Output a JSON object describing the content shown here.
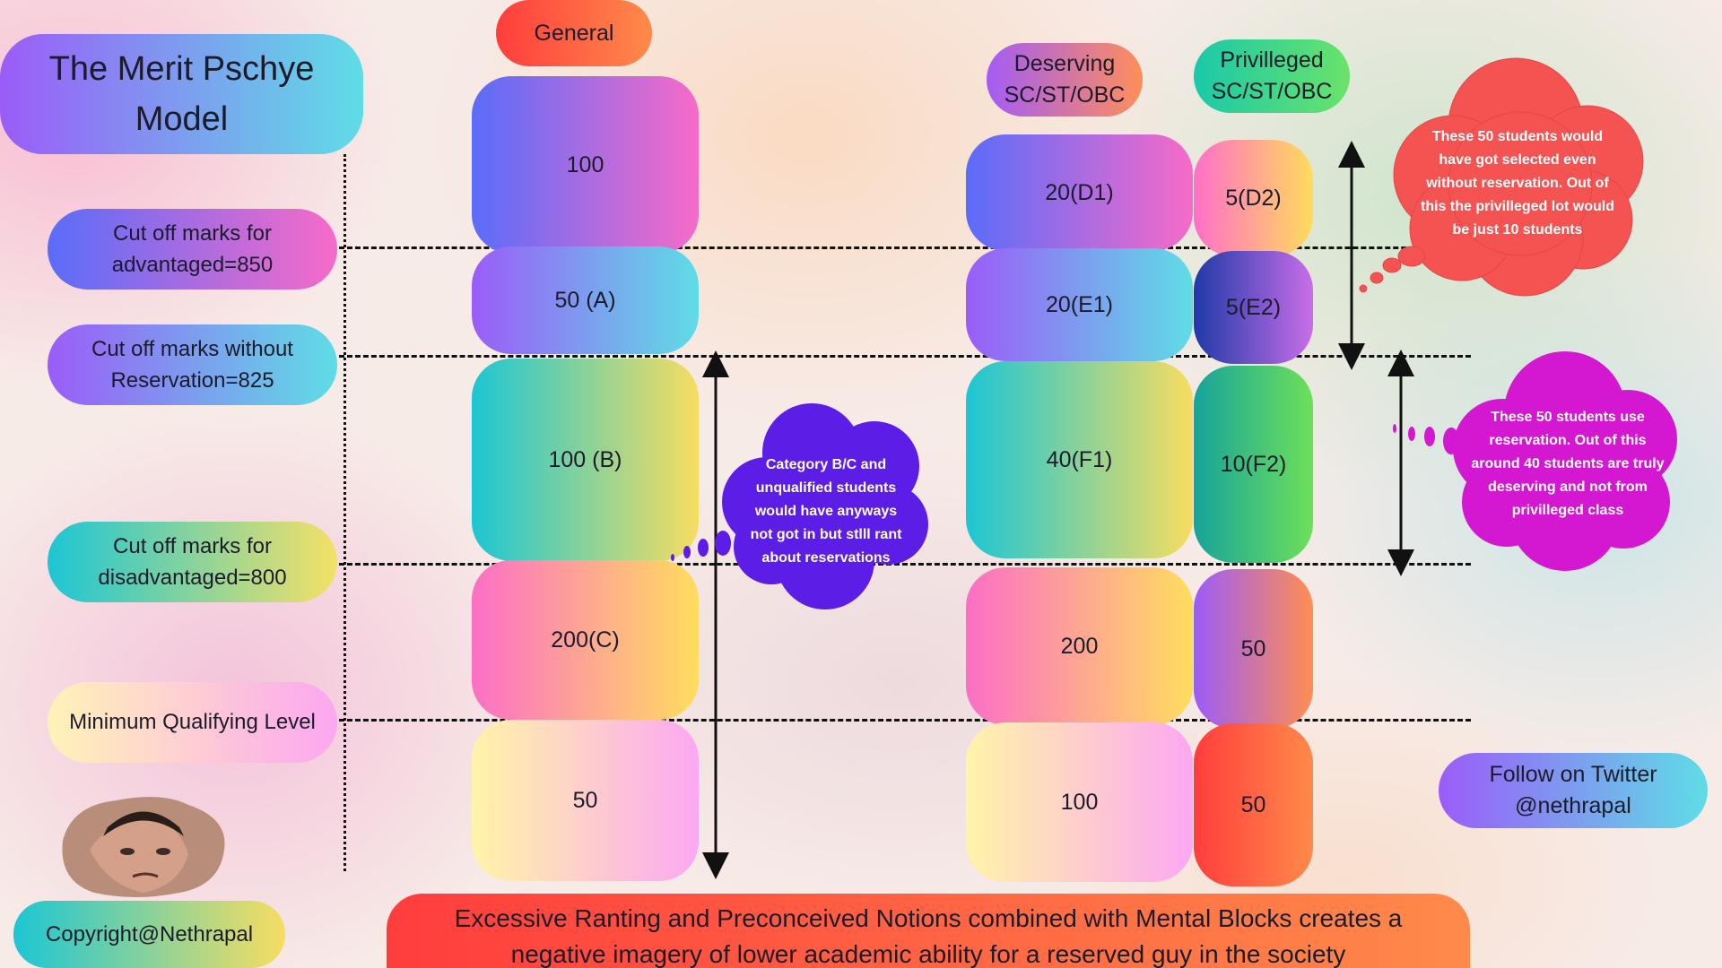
{
  "title": "The Merit Pschye Model",
  "column_headers": {
    "general": "General",
    "deserving": "Deserving SC/ST/OBC",
    "privileged": "Privilleged SC/ST/OBC"
  },
  "cutoffs": {
    "advantaged": "Cut off marks for advantaged=850",
    "without_reservation": "Cut off marks without Reservation=825",
    "disadvantaged": "Cut off marks for disadvantaged=800",
    "minimum": "Minimum Qualifying Level"
  },
  "general_blocks": [
    "100",
    "50 (A)",
    "100 (B)",
    "200(C)",
    "50"
  ],
  "deserving_blocks": [
    "20(D1)",
    "20(E1)",
    "40(F1)",
    "200",
    "100"
  ],
  "privileged_blocks": [
    "5(D2)",
    "5(E2)",
    "10(F2)",
    "50",
    "50"
  ],
  "clouds": {
    "top_right": "These 50 students would have got selected even without reservation. Out of this the privilleged lot would be just 10 students",
    "mid_right": "These 50 students use reservation. Out of this around 40 students are truly deserving and not from privilleged class",
    "center": "Category B/C and unqualified students would have anyways not got in but stlll rant about reservations"
  },
  "follow": "Follow on Twitter @nethrapal",
  "copyright": "Copyright@Nethrapal",
  "footer": "Excessive Ranting and Preconceived Notions combined with Mental Blocks creates a negative imagery of lower academic ability for a reserved guy in the society",
  "colors": {
    "cloud_red": "#f55252",
    "cloud_purple": "#5c1de6",
    "cloud_magenta": "#d417d0"
  }
}
